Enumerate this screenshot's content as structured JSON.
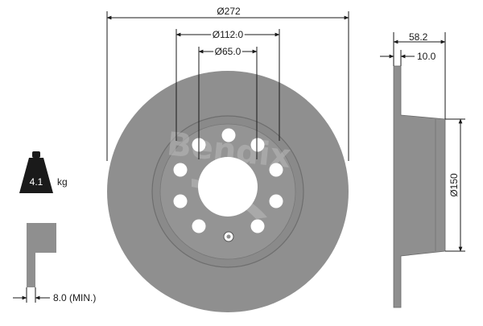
{
  "dimensions": {
    "outer_diameter": "Ø272",
    "bolt_circle": "Ø112.0",
    "center_bore": "Ø65.0",
    "total_height": "58.2",
    "disc_thickness": "10.0",
    "hat_diameter": "Ø150",
    "min_thickness": "8.0 (MIN.)"
  },
  "weight": {
    "value": "4.1",
    "unit": "kg"
  },
  "watermark": "Bendix",
  "colors": {
    "disc": "#8f8f8f",
    "disc_dark": "#7d7d7d",
    "hole": "#ffffff",
    "line": "#1a1a1a",
    "weight_icon": "#1a1a1a"
  }
}
